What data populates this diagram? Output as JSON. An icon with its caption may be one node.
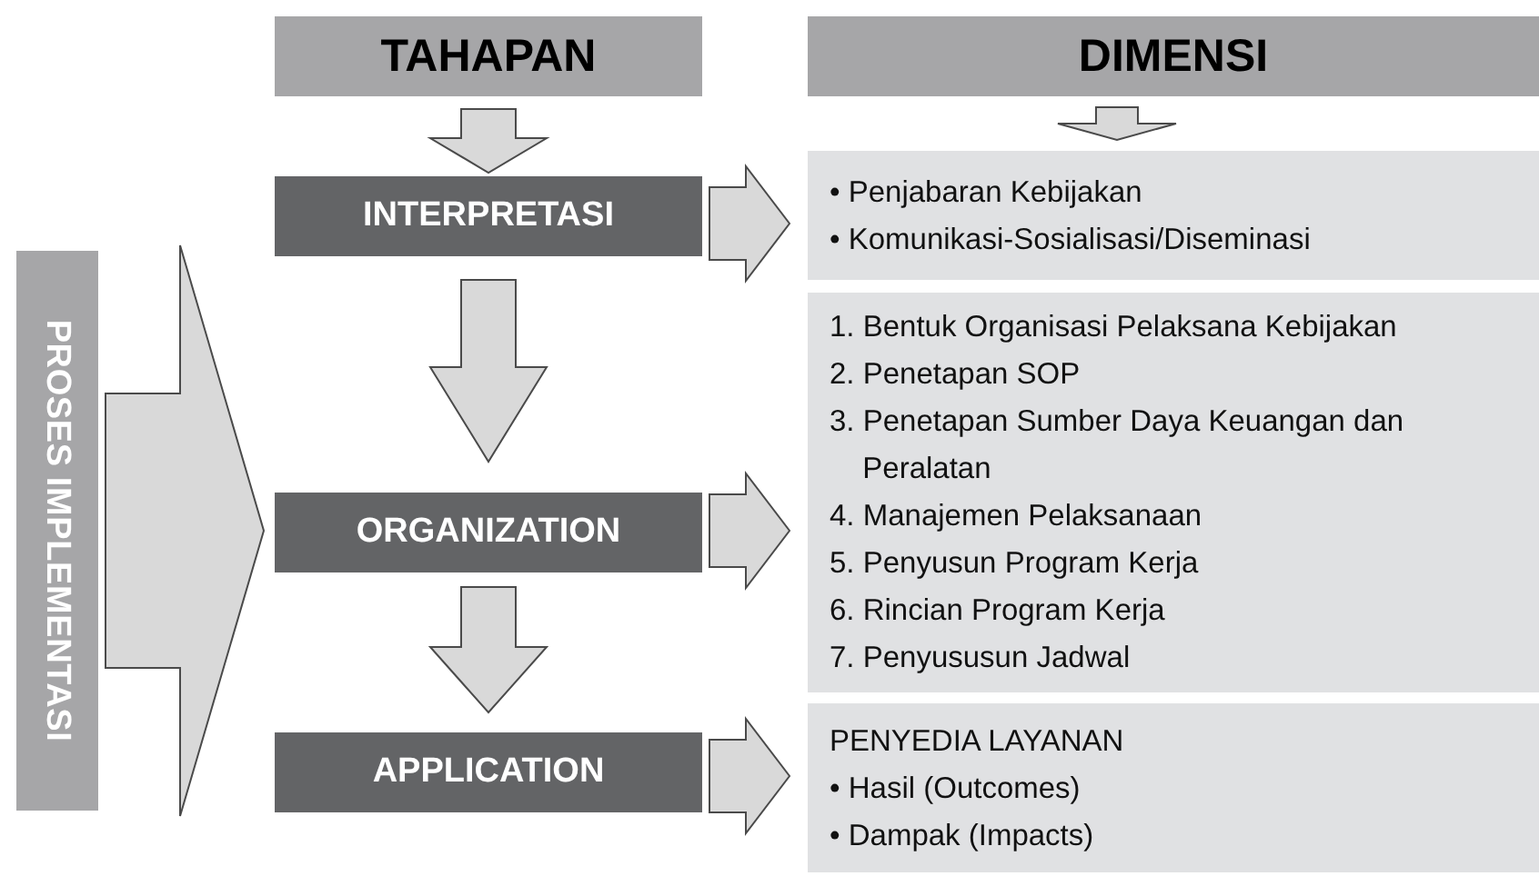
{
  "diagram": {
    "nodes": [
      {
        "text": [
          "TAHAPAN"
        ]
      },
      {
        "text": [
          "DIMENSI"
        ]
      },
      {
        "text": [
          "INTERPRETASI"
        ]
      },
      {
        "text": [
          "ORGANIZATION"
        ]
      },
      {
        "text": [
          "APPLICATION"
        ]
      },
      {
        "text": [
          "• Penjabaran Kebijakan",
          "• Komunikasi-Sosialisasi/Diseminasi"
        ]
      },
      {
        "text": [
          "1. Bentuk Organisasi Pelaksana Kebijakan",
          "2. Penetapan SOP",
          "3. Penetapan Sumber Daya Keuangan dan Peralatan",
          "4. Manajemen Pelaksanaan",
          "5. Penyusun Program Kerja",
          "6. Rincian Program Kerja",
          "7. Penyususun Jadwal"
        ]
      },
      {
        "text": [
          "PENYEDIA LAYANAN",
          "• Hasil (Outcomes)",
          "• Dampak (Impacts)"
        ]
      },
      {
        "text": [
          "PROSES IMPLEMENTASI"
        ]
      }
    ],
    "edges": [
      {
        "from": 0,
        "to": 2,
        "arrow": "to"
      },
      {
        "from": 2,
        "to": 3,
        "arrow": "to"
      },
      {
        "from": 3,
        "to": 4,
        "arrow": "to"
      },
      {
        "from": 2,
        "to": 5,
        "arrow": "to"
      },
      {
        "from": 3,
        "to": 6,
        "arrow": "to"
      },
      {
        "from": 4,
        "to": 7,
        "arrow": "to"
      },
      {
        "from": 1,
        "to": 5,
        "arrow": "to"
      },
      {
        "from": 8,
        "to": 3,
        "arrow": "to"
      }
    ]
  }
}
